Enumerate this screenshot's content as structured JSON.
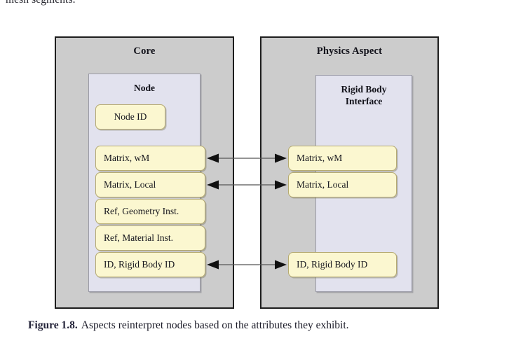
{
  "page": {
    "running_text": "mesh segments."
  },
  "figure": {
    "caption_label": "Figure 1.8.",
    "caption_text": "Aspects reinterpret nodes based on the attributes they exhibit.",
    "colors": {
      "panel_fill": "#cccccc",
      "panel_border": "#1d1d1d",
      "subpanel_fill": "#e2e2ee",
      "subpanel_border": "#9a9aa6",
      "chip_fill": "#fbf7d0",
      "chip_border": "#b5aa72",
      "connector": "#555555",
      "page_background": "#ffffff"
    },
    "panels": [
      {
        "id": "core",
        "title": "Core",
        "subpanel": {
          "id": "node",
          "title": "Node"
        },
        "attributes": [
          {
            "label": "Node ID",
            "align": "center",
            "linked": false
          },
          {
            "label": "Matrix, wM",
            "align": "left",
            "linked": true
          },
          {
            "label": "Matrix, Local",
            "align": "left",
            "linked": true
          },
          {
            "label": "Ref, Geometry Inst.",
            "align": "left",
            "linked": false
          },
          {
            "label": "Ref, Material Inst.",
            "align": "left",
            "linked": false
          },
          {
            "label": "ID, Rigid Body ID",
            "align": "left",
            "linked": true
          }
        ]
      },
      {
        "id": "physics-aspect",
        "title": "Physics Aspect",
        "subpanel": {
          "id": "rigid-body-interface",
          "title_line1": "Rigid Body",
          "title_line2": "Interface"
        },
        "attributes": [
          {
            "label": "Matrix, wM",
            "align": "left",
            "linked": true
          },
          {
            "label": "Matrix, Local",
            "align": "left",
            "linked": true
          },
          {
            "label": "ID, Rigid Body ID",
            "align": "left",
            "linked": true
          }
        ]
      }
    ],
    "connections": [
      {
        "id": "matrix-wm-link",
        "left_label": "Matrix, wM",
        "right_label": "Matrix, wM",
        "direction": "bidirectional"
      },
      {
        "id": "matrix-local-link",
        "left_label": "Matrix, Local",
        "right_label": "Matrix, Local",
        "direction": "bidirectional"
      },
      {
        "id": "rigid-body-id-link",
        "left_label": "ID, Rigid Body ID",
        "right_label": "ID, Rigid Body ID",
        "direction": "bidirectional"
      }
    ]
  }
}
